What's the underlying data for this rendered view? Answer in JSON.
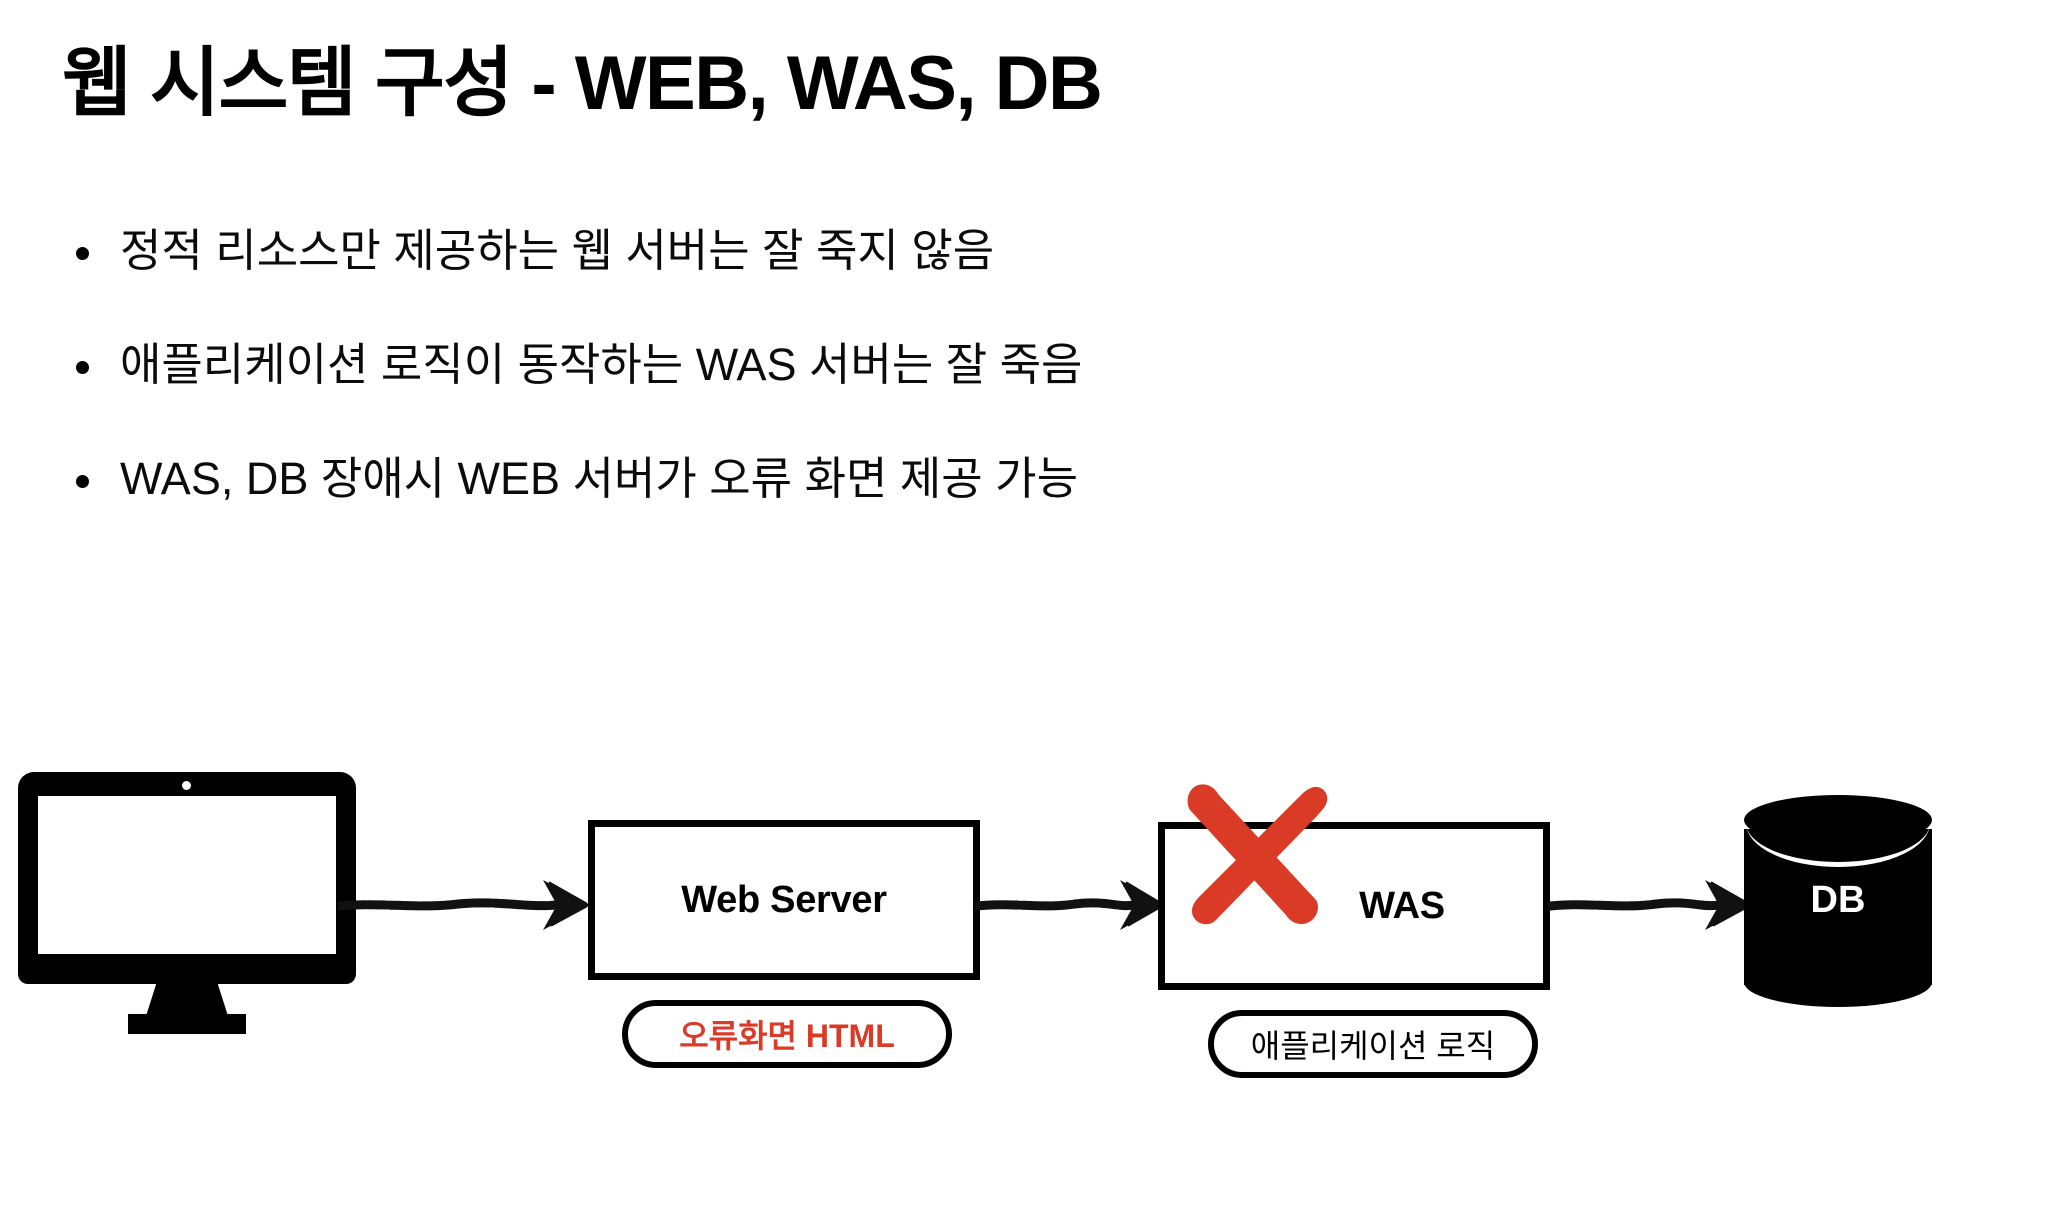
{
  "slide": {
    "title": "웹 시스템 구성 - WEB, WAS, DB",
    "bullets": [
      {
        "text": "정적 리소스만 제공하는 웹 서버는 잘 죽지 않음"
      },
      {
        "text": "애플리케이션 로직이 동작하는 WAS 서버는 잘 죽음"
      },
      {
        "text": "WAS, DB 장애시 WEB 서버가 오류 화면 제공 가능"
      }
    ]
  },
  "diagram": {
    "nodes": [
      {
        "id": "client",
        "icon": "desktop-monitor-icon",
        "label": ""
      },
      {
        "id": "web-server",
        "label": "Web Server",
        "caption": "오류화면 HTML",
        "caption_color": "#D93B27",
        "status": "ok"
      },
      {
        "id": "was",
        "label": "WAS",
        "caption": "애플리케이션 로직",
        "caption_color": "#000000",
        "status": "down",
        "overlay": "red-cross-icon"
      },
      {
        "id": "db",
        "label": "DB",
        "shape": "cylinder",
        "fill": "#000000",
        "text_color": "#ffffff"
      }
    ],
    "arrows": [
      {
        "from": "client",
        "to": "web-server",
        "style": "hand-drawn",
        "direction": "right"
      },
      {
        "from": "web-server",
        "to": "was",
        "style": "hand-drawn",
        "direction": "right"
      },
      {
        "from": "was",
        "to": "db",
        "style": "hand-drawn",
        "direction": "right"
      }
    ]
  },
  "colors": {
    "background": "#ffffff",
    "foreground": "#000000",
    "accent_red": "#D93B27"
  }
}
